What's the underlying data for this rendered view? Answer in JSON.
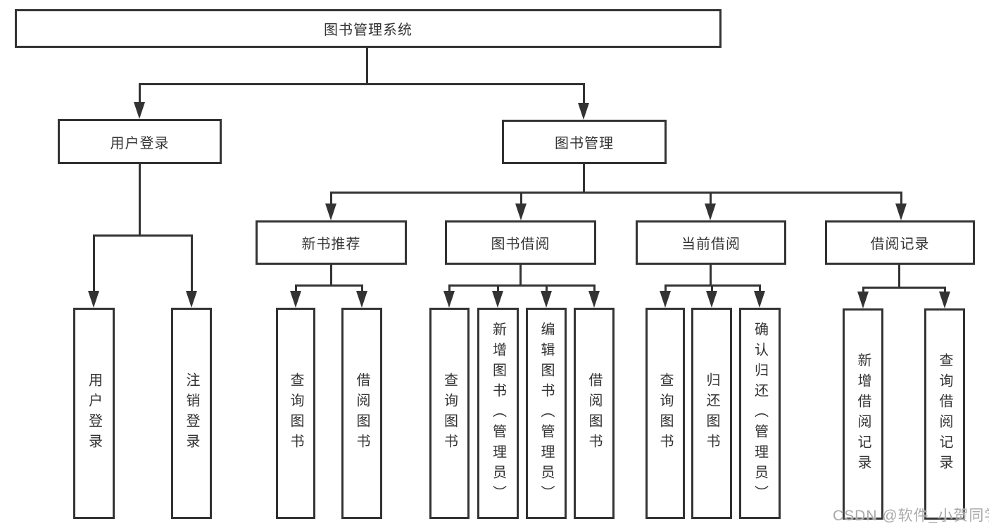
{
  "diagram": {
    "root": "图书管理系统",
    "user_login": "用户登录",
    "book_management": "图书管理",
    "new_book_recommend": "新书推荐",
    "book_borrow": "图书借阅",
    "current_borrow": "当前借阅",
    "borrow_records": "借阅记录",
    "leaf_user_login": "用户登录",
    "leaf_logout": "注销登录",
    "leaf_nb_query_books": "查询图书",
    "leaf_nb_borrow_books": "借阅图书",
    "leaf_bb_query_books": "查询图书",
    "leaf_bb_add_books": "新增图书（管理员）",
    "leaf_bb_edit_books": "编辑图书（管理员）",
    "leaf_bb_borrow_books": "借阅图书",
    "leaf_cb_query_books": "查询图书",
    "leaf_cb_return_books": "归还图书",
    "leaf_cb_confirm_return": "确认归还（管理员）",
    "leaf_br_add_record": "新增借阅记录",
    "leaf_br_query_record": "查询借阅记录"
  },
  "watermark": "CSDN @软件_小贺同学",
  "colors": {
    "line": "#333333",
    "box_border": "#333333",
    "text": "#333333",
    "watermark": "#a9a9a9",
    "background": "#ffffff"
  }
}
